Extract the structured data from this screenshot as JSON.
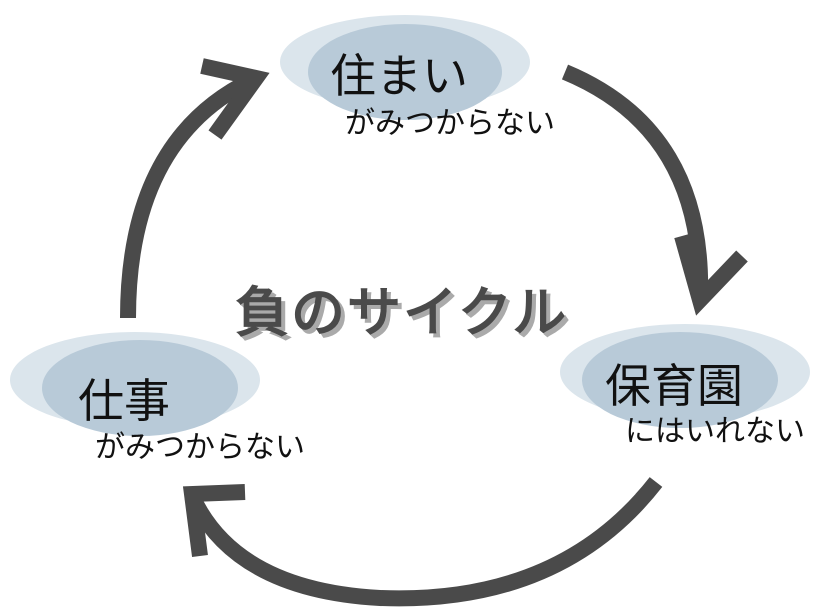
{
  "title": "負のサイクル",
  "nodes": [
    {
      "label": "住まい",
      "sub": "がみつからない"
    },
    {
      "label": "保育園",
      "sub": "にはいれない"
    },
    {
      "label": "仕事",
      "sub": "がみつからない"
    }
  ],
  "colors": {
    "arrow": "#4a4a4a",
    "ellipse_outer": "#dbe5ec",
    "ellipse_inner": "#b8cad8"
  }
}
